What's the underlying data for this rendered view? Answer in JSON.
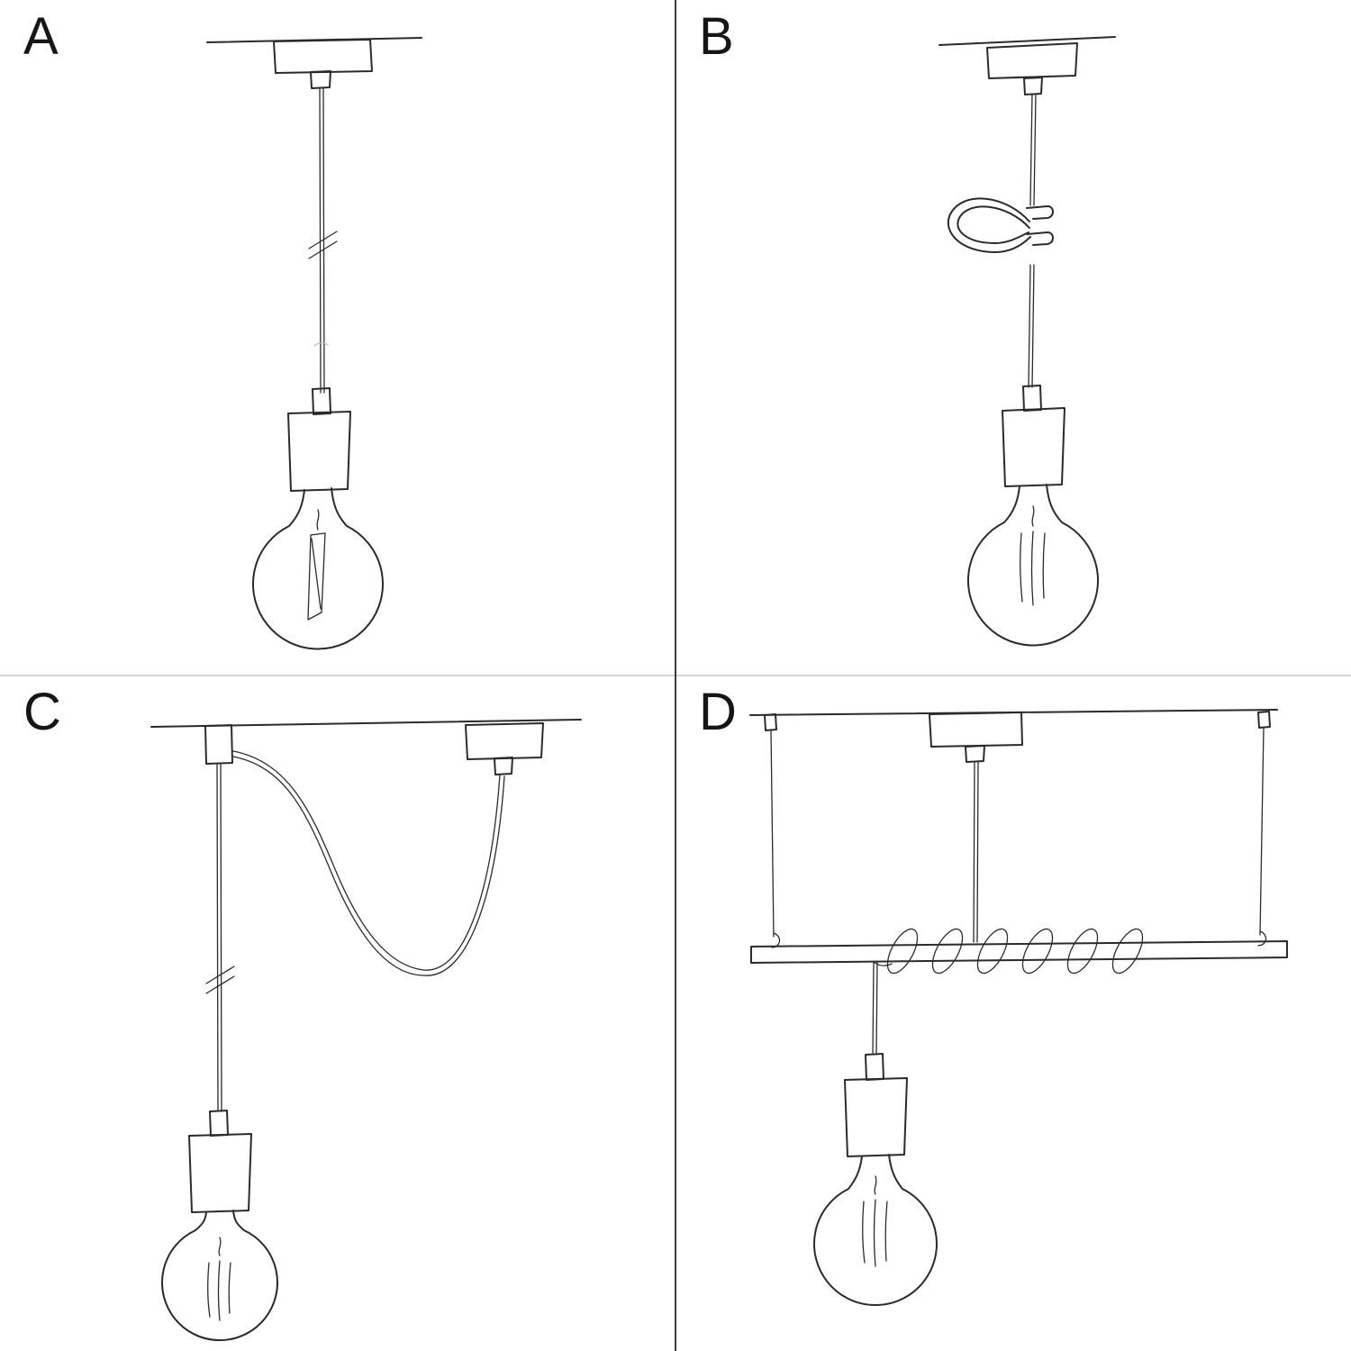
{
  "page": {
    "background": "#ffffff",
    "ink_color": "#2b2b2b",
    "divider_vertical_color": "#3c3c3c",
    "divider_horizontal_color": "#d6d6d6"
  },
  "panels": [
    {
      "label": "A",
      "sketch": "pendant-straight-drop"
    },
    {
      "label": "B",
      "sketch": "pendant-with-cable-hook-loop"
    },
    {
      "label": "C",
      "sketch": "swag-pendant-two-ceiling-points"
    },
    {
      "label": "D",
      "sketch": "pendant-coiled-on-suspended-bar"
    }
  ]
}
